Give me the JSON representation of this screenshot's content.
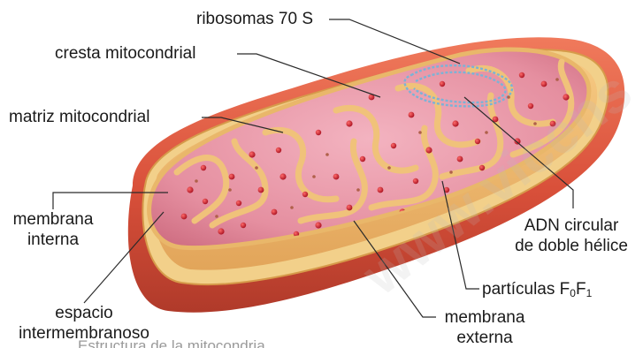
{
  "labels": {
    "ribosomas": "ribosomas 70 S",
    "cresta": "cresta mitocondrial",
    "matriz": "matriz mitocondrial",
    "membrana_interna_1": "membrana",
    "membrana_interna_2": "interna",
    "espacio_1": "espacio",
    "espacio_2": "intermembranoso",
    "adn_1": "ADN circular",
    "adn_2": "de doble hélice",
    "particulas_main": "partículas F",
    "particulas_sub1": "0",
    "particulas_mid": "F",
    "particulas_sub2": "1",
    "membrana_externa_1": "membrana",
    "membrana_externa_2": "externa"
  },
  "caption": "Estructura de la mitocondria",
  "colors": {
    "outer_membrane": "#d9503a",
    "inner_membrane": "#e9b76a",
    "matrix": "#e58fa0",
    "ribosome": "#c02030",
    "dna": "#7bb3d6",
    "leader_line": "#2a2a2a"
  }
}
